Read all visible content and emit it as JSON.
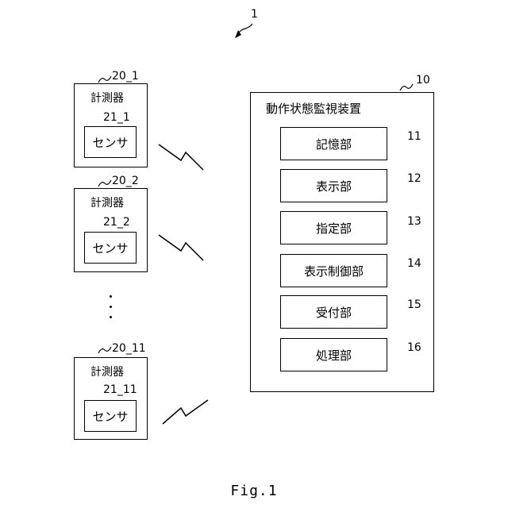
{
  "system_ref": "1",
  "devices": [
    {
      "ref": "20_1",
      "title": "計測器",
      "sensor_ref": "21_1",
      "sensor_label": "センサ"
    },
    {
      "ref": "20_2",
      "title": "計測器",
      "sensor_ref": "21_2",
      "sensor_label": "センサ"
    },
    {
      "ref": "20_11",
      "title": "計測器",
      "sensor_ref": "21_11",
      "sensor_label": "センサ"
    }
  ],
  "ellipsis": ":",
  "monitor": {
    "ref": "10",
    "title": "動作状態監視装置",
    "units": [
      {
        "label": "記憶部",
        "ref": "11"
      },
      {
        "label": "表示部",
        "ref": "12"
      },
      {
        "label": "指定部",
        "ref": "13"
      },
      {
        "label": "表示制御部",
        "ref": "14"
      },
      {
        "label": "受付部",
        "ref": "15"
      },
      {
        "label": "処理部",
        "ref": "16"
      }
    ]
  },
  "caption": "Fig.1"
}
